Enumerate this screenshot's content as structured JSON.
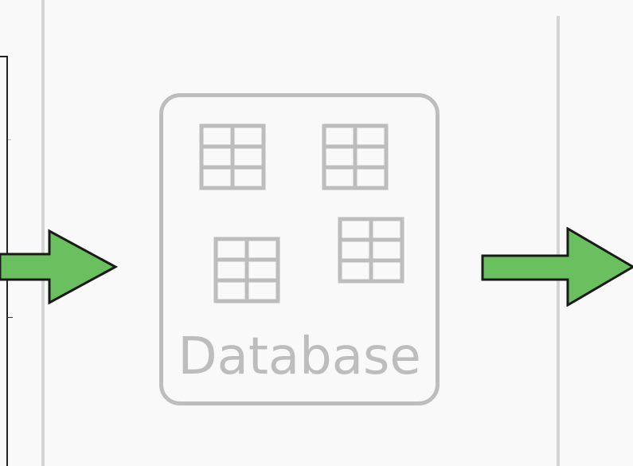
{
  "diagram": {
    "database": {
      "label": "Database",
      "table_icons": [
        "table-icon",
        "table-icon",
        "table-icon",
        "table-icon"
      ]
    },
    "arrows": [
      {
        "name": "input-arrow",
        "color": "#6abf5e"
      },
      {
        "name": "output-arrow",
        "color": "#6abf5e"
      }
    ]
  },
  "colors": {
    "arrow_fill": "#6abf5e",
    "arrow_stroke": "#1a1a1a",
    "database_gray": "#bdbdbd",
    "divider_gray": "#d4d4d4",
    "background": "#f9f9f9"
  }
}
